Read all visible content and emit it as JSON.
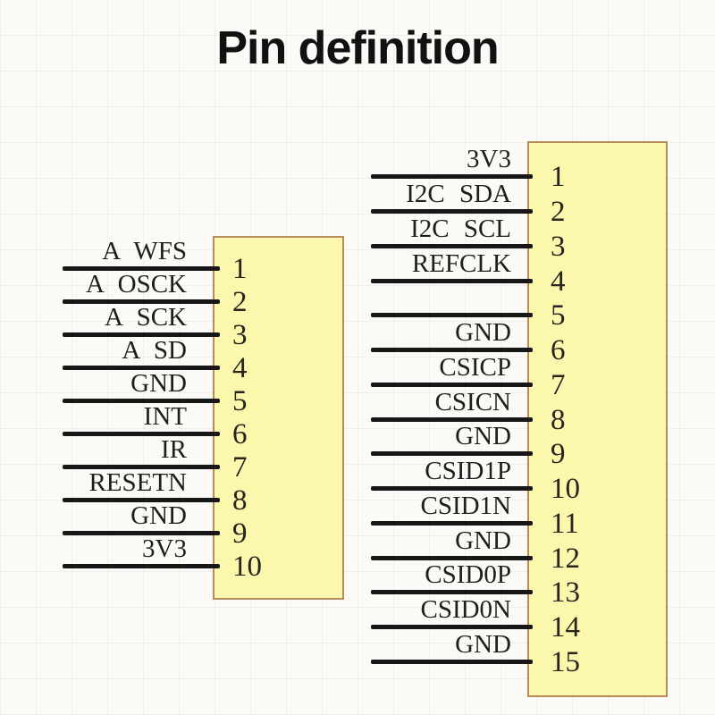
{
  "title": "Pin definition",
  "left_header": {
    "pins": [
      {
        "num": "1",
        "label": "A WFS"
      },
      {
        "num": "2",
        "label": "A OSCK"
      },
      {
        "num": "3",
        "label": "A SCK"
      },
      {
        "num": "4",
        "label": "A SD"
      },
      {
        "num": "5",
        "label": "GND"
      },
      {
        "num": "6",
        "label": "INT"
      },
      {
        "num": "7",
        "label": "IR"
      },
      {
        "num": "8",
        "label": "RESETN"
      },
      {
        "num": "9",
        "label": "GND"
      },
      {
        "num": "10",
        "label": "3V3"
      }
    ]
  },
  "right_header": {
    "pins": [
      {
        "num": "1",
        "label": "3V3"
      },
      {
        "num": "2",
        "label": "I2C SDA"
      },
      {
        "num": "3",
        "label": "I2C SCL"
      },
      {
        "num": "4",
        "label": "REFCLK"
      },
      {
        "num": "5",
        "label": ""
      },
      {
        "num": "6",
        "label": "GND"
      },
      {
        "num": "7",
        "label": "CSICP"
      },
      {
        "num": "8",
        "label": "CSICN"
      },
      {
        "num": "9",
        "label": "GND"
      },
      {
        "num": "10",
        "label": "CSID1P"
      },
      {
        "num": "11",
        "label": "CSID1N"
      },
      {
        "num": "12",
        "label": "GND"
      },
      {
        "num": "13",
        "label": "CSID0P"
      },
      {
        "num": "14",
        "label": "CSID0N"
      },
      {
        "num": "15",
        "label": "GND"
      }
    ]
  },
  "colors": {
    "connector_fill": "#fbf8ae",
    "connector_border": "#b98a5c",
    "wire": "#171717",
    "background": "#fbfaf6"
  }
}
